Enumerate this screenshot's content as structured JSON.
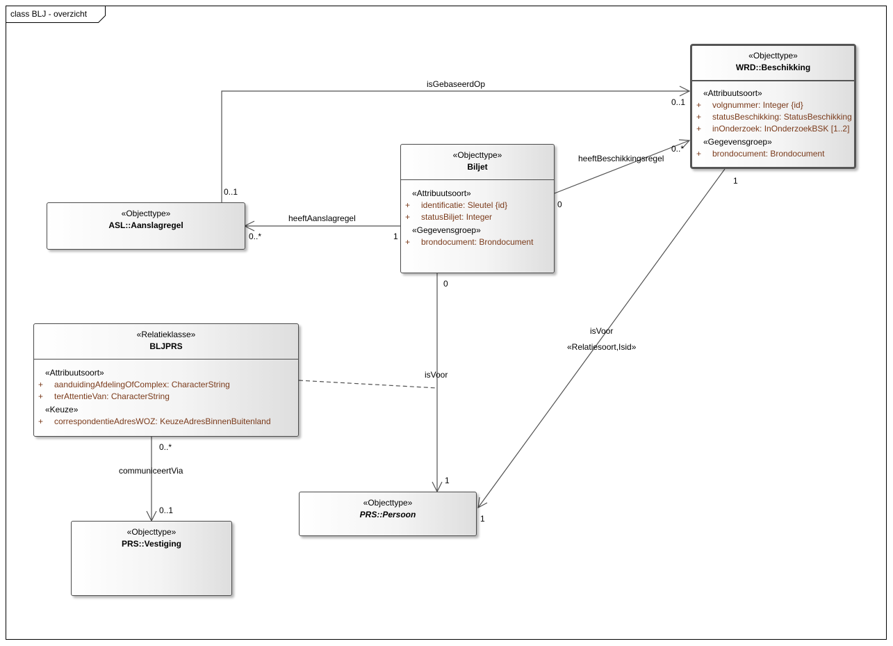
{
  "diagram": {
    "title": "class BLJ - overzicht"
  },
  "classes": {
    "beschikking": {
      "stereotype": "«Objecttype»",
      "name": "WRD::Beschikking",
      "groups": [
        {
          "label": "«Attribuutsoort»",
          "attrs": [
            {
              "vis": "+",
              "text": "volgnummer: Integer {id}"
            },
            {
              "vis": "+",
              "text": "statusBeschikking: StatusBeschikking"
            },
            {
              "vis": "+",
              "text": "inOnderzoek: InOnderzoekBSK [1..2]"
            }
          ]
        },
        {
          "label": "«Gegevensgroep»",
          "attrs": [
            {
              "vis": "+",
              "text": "brondocument: Brondocument"
            }
          ]
        }
      ]
    },
    "biljet": {
      "stereotype": "«Objecttype»",
      "name": "Biljet",
      "groups": [
        {
          "label": "«Attribuutsoort»",
          "attrs": [
            {
              "vis": "+",
              "text": "identificatie: Sleutel {id}"
            },
            {
              "vis": "+",
              "text": "statusBiljet: Integer"
            }
          ]
        },
        {
          "label": "«Gegevensgroep»",
          "attrs": [
            {
              "vis": "+",
              "text": "brondocument: Brondocument"
            }
          ]
        }
      ]
    },
    "aanslagregel": {
      "stereotype": "«Objecttype»",
      "name": "ASL::Aanslagregel"
    },
    "bljprs": {
      "stereotype": "«Relatieklasse»",
      "name": "BLJPRS",
      "groups": [
        {
          "label": "«Attribuutsoort»",
          "attrs": [
            {
              "vis": "+",
              "text": "aanduidingAfdelingOfComplex: CharacterString"
            },
            {
              "vis": "+",
              "text": "terAttentieVan: CharacterString"
            }
          ]
        },
        {
          "label": "«Keuze»",
          "attrs": [
            {
              "vis": "+",
              "text": "correspondentieAdresWOZ: KeuzeAdresBinnenBuitenland"
            }
          ]
        }
      ]
    },
    "persoon": {
      "stereotype": "«Objecttype»",
      "name": "PRS::Persoon"
    },
    "vestiging": {
      "stereotype": "«Objecttype»",
      "name": "PRS::Vestiging"
    }
  },
  "associations": {
    "isGebaseerdOp": {
      "name": "isGebaseerdOp",
      "source_mult": "0..1",
      "target_mult": "0..1"
    },
    "heeftBeschikkingsregel": {
      "name": "heeftBeschikkingsregel",
      "source_mult": "0",
      "target_mult": "0..*"
    },
    "heeftAanslagregel": {
      "name": "heeftAanslagregel",
      "source_mult": "1",
      "target_mult": "0..*"
    },
    "isVoorBiljet": {
      "name": "isVoor",
      "source_mult": "0",
      "target_mult": "1"
    },
    "isVoorBeschikking": {
      "name": "isVoor",
      "stereotype": "«Relatiesoort,Isid»",
      "source_mult": "1",
      "target_mult": "1"
    },
    "communiceertVia": {
      "name": "communiceertVia",
      "source_mult": "0..*",
      "target_mult": "0..1"
    }
  }
}
